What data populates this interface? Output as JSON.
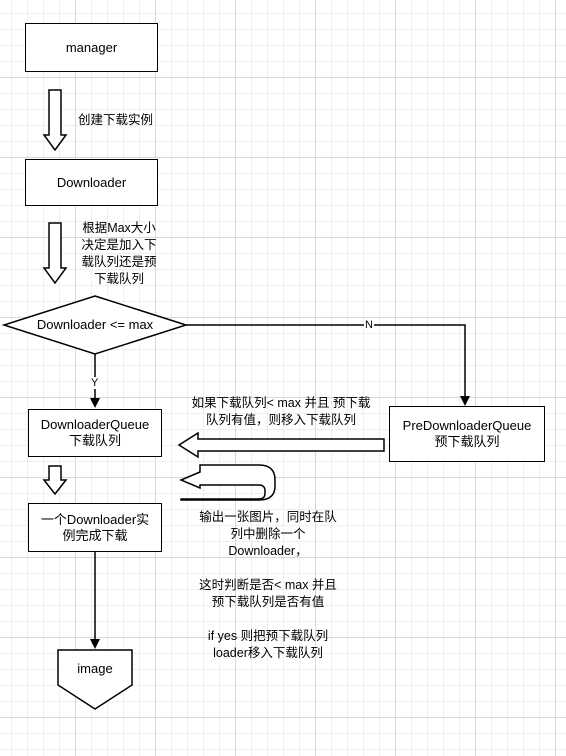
{
  "nodes": {
    "manager": "manager",
    "downloader": "Downloader",
    "decision": "Downloader <= max",
    "queue": [
      "DownloaderQueue",
      "下载队列"
    ],
    "pre_queue": [
      "PreDownloaderQueue",
      "预下载队列"
    ],
    "complete": [
      "一个Downloader实",
      "例完成下载"
    ],
    "image": "image"
  },
  "edges": {
    "yes": "Y",
    "no": "N"
  },
  "annotations": {
    "create": "创建下载实例",
    "decide": [
      "根据Max大小",
      "决定是加入下",
      "载队列还是预",
      "下载队列"
    ],
    "move": [
      "如果下载队列< max 并且 预下载",
      "队列有值，则移入下载队列"
    ],
    "output": [
      "输出一张图片，同时在队",
      "列中删除一个",
      "Downloader，",
      "",
      "这时判断是否< max 并且",
      "预下载队列是否有值",
      "",
      "if yes 则把预下载队列",
      "loader移入下载队列"
    ]
  }
}
